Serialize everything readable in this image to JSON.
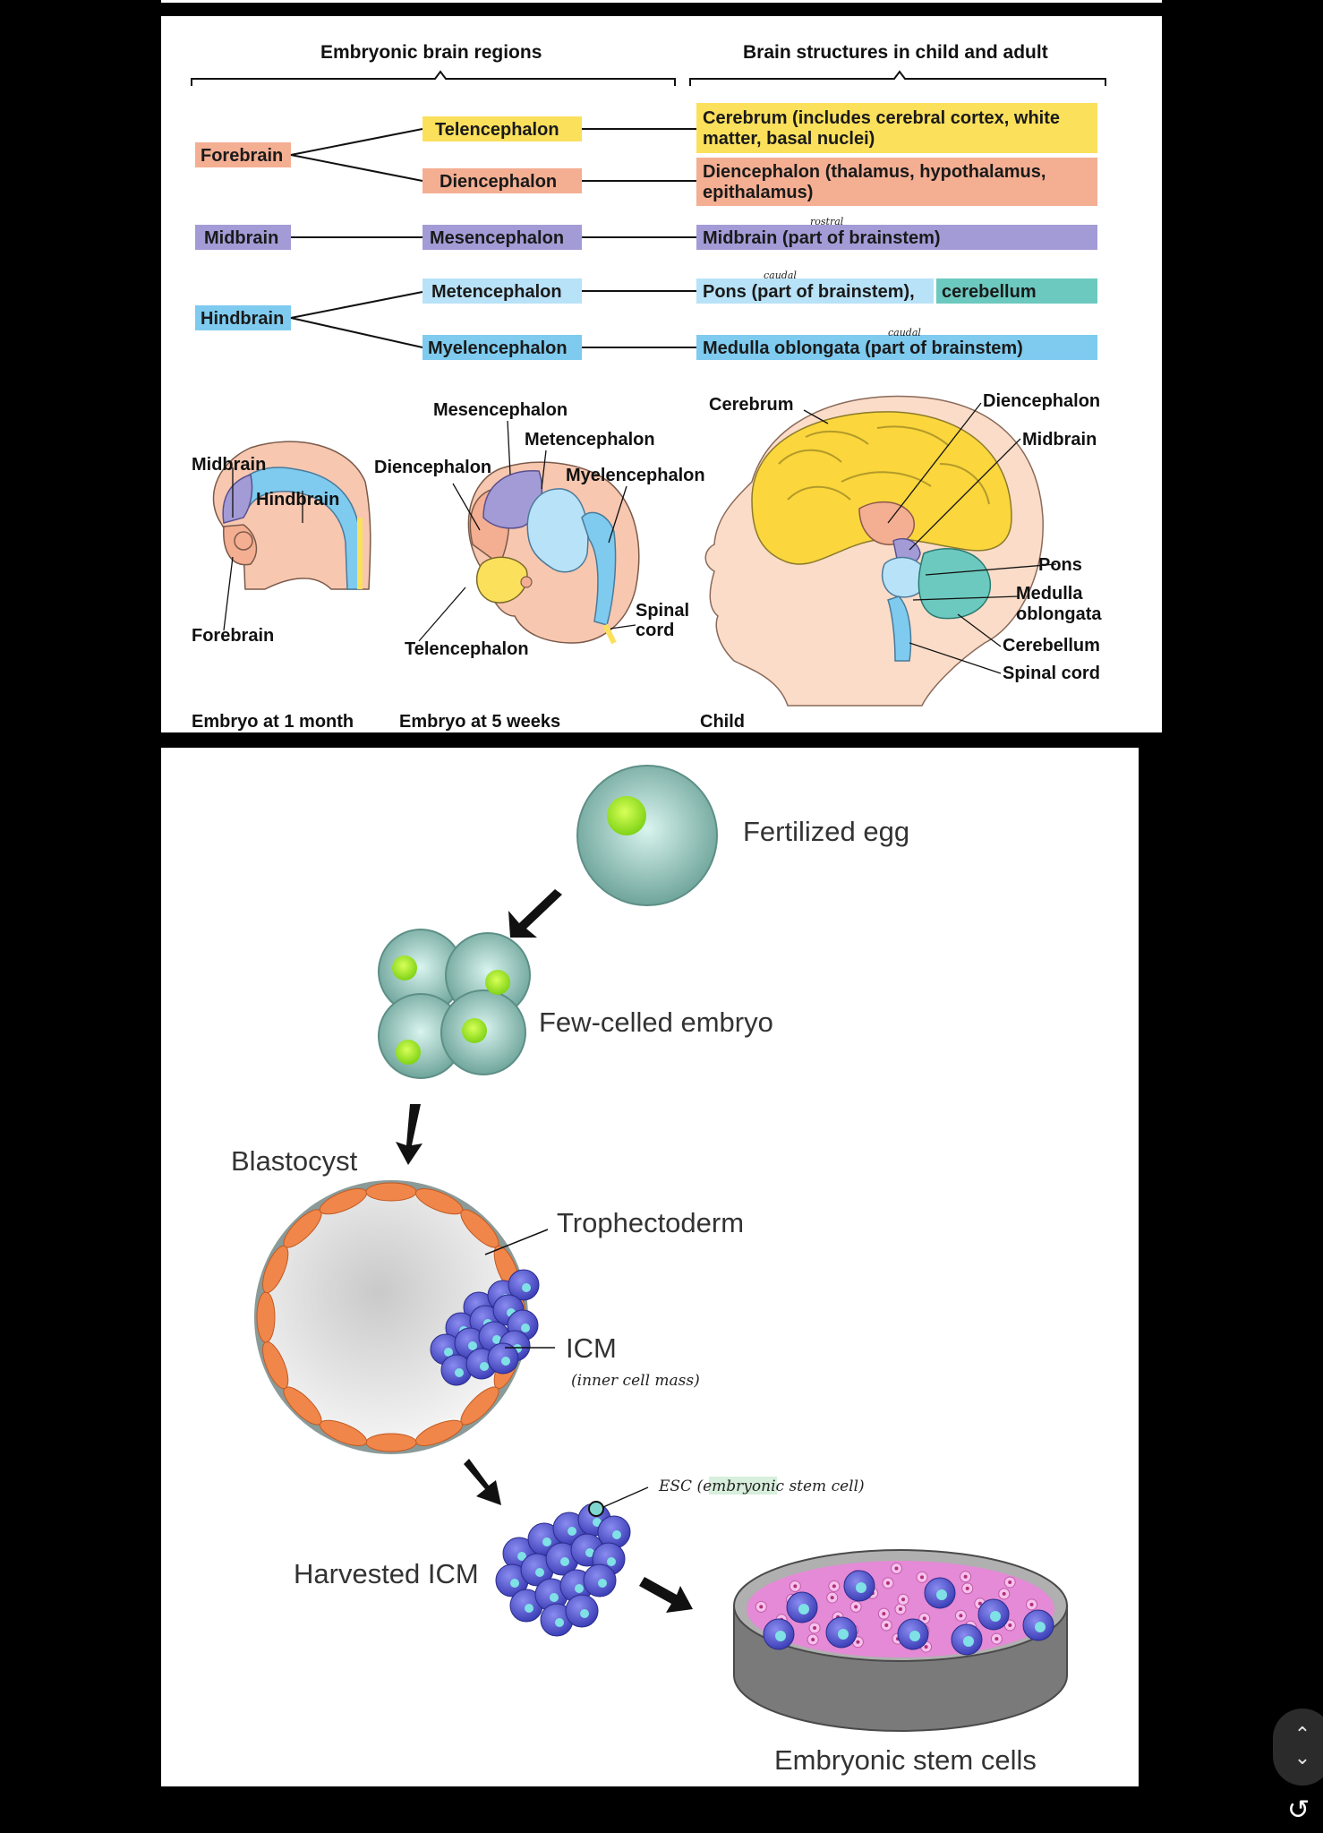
{
  "brain_chart": {
    "header_left": "Embryonic brain regions",
    "header_right": "Brain structures in child and adult",
    "primary": {
      "forebrain": "Forebrain",
      "midbrain": "Midbrain",
      "hindbrain": "Hindbrain"
    },
    "secondary": {
      "telencephalon": "Telencephalon",
      "diencephalon": "Diencephalon",
      "mesencephalon": "Mesencephalon",
      "metencephalon": "Metencephalon",
      "myelencephalon": "Myelencephalon"
    },
    "adult": {
      "cerebrum_line1": "Cerebrum (includes cerebral cortex, white",
      "cerebrum_line2": "matter, basal nuclei)",
      "diencephalon_line1": "Diencephalon (thalamus, hypothalamus,",
      "diencephalon_line2": "epithalamus)",
      "midbrain": "Midbrain (part of brainstem)",
      "pons": "Pons (part of brainstem),",
      "cerebellum": "cerebellum",
      "medulla": "Medulla oblongata (part of brainstem)"
    },
    "handwritten": {
      "rostral": "rostral",
      "caudal_pons": "caudal",
      "caudal_medulla": "caudal"
    },
    "colors": {
      "forebrain": "#f4ae92",
      "telencephalon": "#fbe05c",
      "midbrain": "#a39bd6",
      "hindbrain": "#7ecbef",
      "secondary_hind": "#b8e2f7",
      "cerebellum": "#6cc9bf"
    }
  },
  "illustrations": {
    "month_labels": {
      "midbrain": "Midbrain",
      "hindbrain": "Hindbrain",
      "forebrain": "Forebrain",
      "caption": "Embryo at 1 month"
    },
    "week_labels": {
      "mesencephalon": "Mesencephalon",
      "metencephalon": "Metencephalon",
      "diencephalon": "Diencephalon",
      "myelencephalon": "Myelencephalon",
      "spinal1": "Spinal",
      "spinal2": "cord",
      "telencephalon": "Telencephalon",
      "caption": "Embryo at 5 weeks"
    },
    "child_labels": {
      "cerebrum": "Cerebrum",
      "diencephalon": "Diencephalon",
      "midbrain": "Midbrain",
      "pons": "Pons",
      "medulla1": "Medulla",
      "medulla2": "oblongata",
      "cerebellum": "Cerebellum",
      "spinal": "Spinal cord",
      "caption": "Child"
    }
  },
  "embryo": {
    "fertilized_egg": "Fertilized egg",
    "few_celled": "Few-celled embryo",
    "blastocyst": "Blastocyst",
    "trophectoderm": "Trophectoderm",
    "icm": "ICM",
    "icm_note": "(inner cell mass)",
    "harvested": "Harvested ICM",
    "esc_note": "ESC (embryonic stem cell)",
    "stem_cells": "Embryonic stem cells"
  },
  "ui": {
    "scroll_up": "⌃",
    "scroll_down": "⌄",
    "corner_icon": "↺"
  }
}
